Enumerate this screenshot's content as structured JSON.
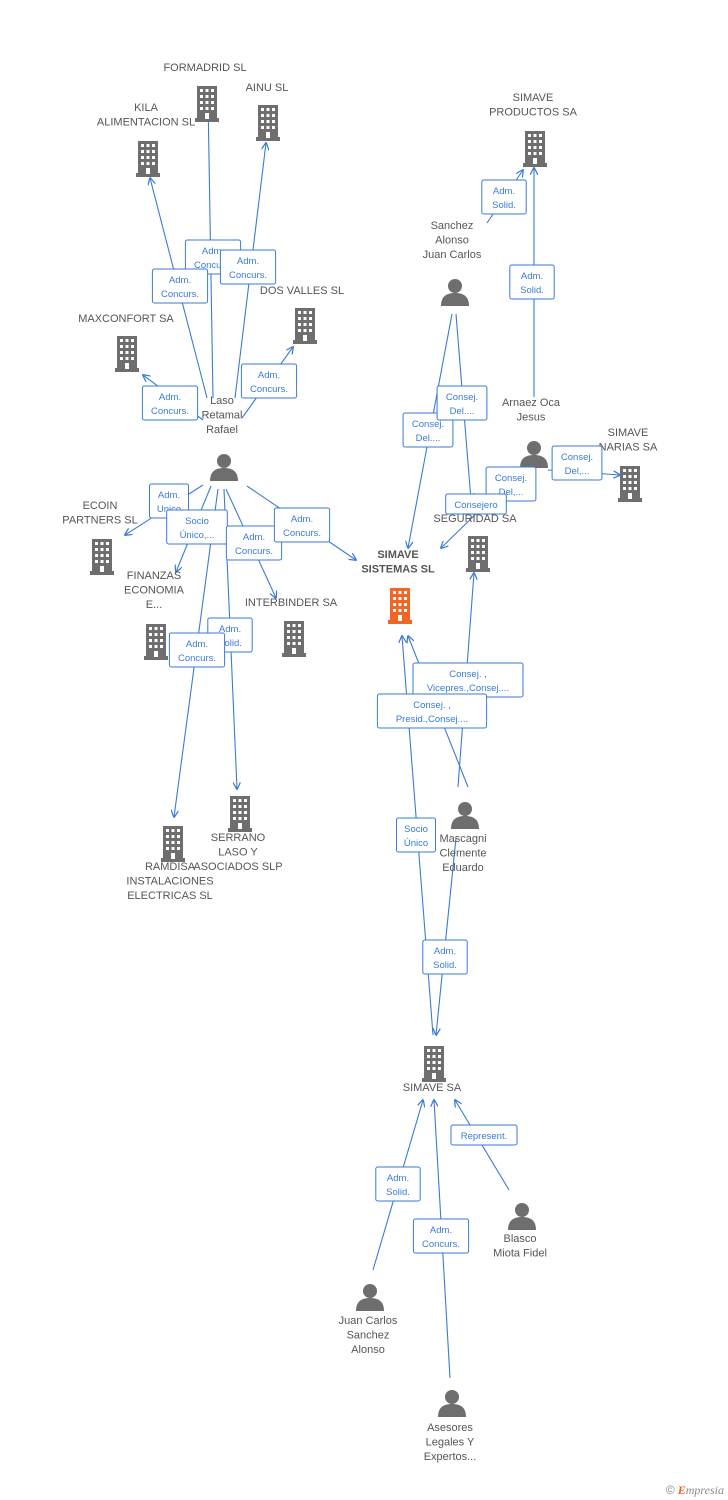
{
  "colors": {
    "edge": "#3a7bd5",
    "company": "#6e6e6e",
    "main_company": "#f26522",
    "person": "#6e6e6e"
  },
  "brand": {
    "symbol": "©",
    "initial": "E",
    "rest": "mpresia"
  },
  "nodes": [
    {
      "id": "formadrid",
      "type": "company",
      "lines": [
        "FORMADRID SL"
      ]
    },
    {
      "id": "ainu",
      "type": "company",
      "lines": [
        "AINU SL"
      ]
    },
    {
      "id": "kila",
      "type": "company",
      "lines": [
        "KILA",
        "ALIMENTACION SL"
      ]
    },
    {
      "id": "simave_productos",
      "type": "company",
      "lines": [
        "SIMAVE",
        "PRODUCTOS SA"
      ]
    },
    {
      "id": "sanchez_alonso_jc",
      "type": "person",
      "lines": [
        "Sanchez",
        "Alonso",
        "Juan Carlos"
      ]
    },
    {
      "id": "dos_valles",
      "type": "company",
      "lines": [
        "DOS VALLES SL"
      ]
    },
    {
      "id": "maxconfort",
      "type": "company",
      "lines": [
        "MAXCONFORT SA"
      ]
    },
    {
      "id": "laso",
      "type": "person",
      "lines": [
        "Laso",
        "Retamal",
        "Rafael"
      ]
    },
    {
      "id": "arnaez",
      "type": "person",
      "lines": [
        "Arnaez Oca",
        "Jesus"
      ]
    },
    {
      "id": "simave_canarias",
      "type": "company",
      "lines": [
        "SIMAVE",
        "NARIAS SA"
      ]
    },
    {
      "id": "ecoin",
      "type": "company",
      "lines": [
        "ECOIN",
        "PARTNERS SL"
      ]
    },
    {
      "id": "seguridad",
      "type": "company",
      "lines": [
        "SEGURIDAD SA"
      ]
    },
    {
      "id": "simave_sistemas",
      "type": "main",
      "lines": [
        "SIMAVE",
        "SISTEMAS SL"
      ]
    },
    {
      "id": "finanzas",
      "type": "company",
      "lines": [
        "FINANZAS",
        "ECONOMIA",
        "E..."
      ]
    },
    {
      "id": "interbinder",
      "type": "company",
      "lines": [
        "INTERBINDER SA"
      ]
    },
    {
      "id": "mascagni",
      "type": "person",
      "lines": [
        "Mascagni",
        "Clemente",
        "Eduardo"
      ]
    },
    {
      "id": "serrano",
      "type": "company",
      "lines": [
        "SERRANO",
        "LASO Y",
        "ASOCIADOS  SLP"
      ]
    },
    {
      "id": "ramdisa",
      "type": "company",
      "lines": [
        "RAMDISA",
        "INSTALACIONES",
        "ELECTRICAS SL"
      ]
    },
    {
      "id": "simave_sa",
      "type": "company",
      "lines": [
        "SIMAVE SA"
      ]
    },
    {
      "id": "blasco",
      "type": "person",
      "lines": [
        "Blasco",
        "Miota Fidel"
      ]
    },
    {
      "id": "juan_carlos_sa",
      "type": "person",
      "lines": [
        "Juan Carlos",
        "Sanchez",
        "Alonso"
      ]
    },
    {
      "id": "asesores",
      "type": "person",
      "lines": [
        "Asesores",
        "Legales Y",
        "Expertos..."
      ]
    }
  ],
  "edges": [
    {
      "from": "laso",
      "to": "formadrid",
      "lines": [
        "Adm.",
        "Concurs."
      ]
    },
    {
      "from": "laso",
      "to": "ainu",
      "lines": [
        "Adm.",
        "Concurs."
      ]
    },
    {
      "from": "laso",
      "to": "kila",
      "lines": [
        "Adm.",
        "Concurs."
      ]
    },
    {
      "from": "laso",
      "to": "dos_valles",
      "lines": [
        "Adm.",
        "Concurs."
      ]
    },
    {
      "from": "laso",
      "to": "maxconfort",
      "lines": [
        "Adm.",
        "Concurs."
      ]
    },
    {
      "from": "laso",
      "to": "ecoin",
      "lines": [
        "Adm.",
        "Unico"
      ]
    },
    {
      "from": "laso",
      "to": "finanzas",
      "lines": [
        "Socio",
        "Único,..."
      ]
    },
    {
      "from": "laso",
      "to": "interbinder",
      "lines": [
        "Adm.",
        "Concurs."
      ]
    },
    {
      "from": "laso",
      "to": "simave_sistemas",
      "lines": [
        "Adm.",
        "Concurs."
      ]
    },
    {
      "from": "laso",
      "to": "serrano",
      "lines": [
        "Adm.",
        "Solid."
      ]
    },
    {
      "from": "laso",
      "to": "ramdisa",
      "lines": [
        "Adm.",
        "Concurs."
      ]
    },
    {
      "from": "sanchez_alonso_jc",
      "to": "simave_productos",
      "lines": [
        "Adm.",
        "Solid."
      ]
    },
    {
      "from": "sanchez_alonso_jc",
      "to": "simave_sistemas",
      "lines": [
        "Consej.",
        "Del...."
      ]
    },
    {
      "from": "sanchez_alonso_jc",
      "to": "seguridad",
      "lines": [
        "Consej.",
        "Del...."
      ]
    },
    {
      "from": "arnaez",
      "to": "simave_productos",
      "lines": [
        "Adm.",
        "Solid."
      ]
    },
    {
      "from": "arnaez",
      "to": "simave_canarias",
      "lines": [
        "Consej.",
        "Del,..."
      ]
    },
    {
      "from": "arnaez",
      "to": "seguridad",
      "lines": [
        "Consej.",
        "Del,..."
      ]
    },
    {
      "from": "arnaez",
      "to": "seguridad",
      "lines": [
        "Consejero"
      ]
    },
    {
      "from": "mascagni",
      "to": "seguridad",
      "lines": [
        "Consej. ,",
        "Vicepres.,Consej...."
      ]
    },
    {
      "from": "mascagni",
      "to": "simave_sistemas",
      "lines": [
        "Consej. ,",
        "Presid.,Consej...."
      ]
    },
    {
      "from": "mascagni",
      "to": "simave_sa",
      "lines": [
        "Adm.",
        "Solid."
      ]
    },
    {
      "from": "simave_sa",
      "to": "simave_sistemas",
      "lines": [
        "Socio",
        "Único"
      ]
    },
    {
      "from": "blasco",
      "to": "simave_sa",
      "lines": [
        "Represent."
      ]
    },
    {
      "from": "juan_carlos_sa",
      "to": "simave_sa",
      "lines": [
        "Adm.",
        "Solid."
      ]
    },
    {
      "from": "asesores",
      "to": "simave_sa",
      "lines": [
        "Adm.",
        "Concurs."
      ]
    }
  ]
}
